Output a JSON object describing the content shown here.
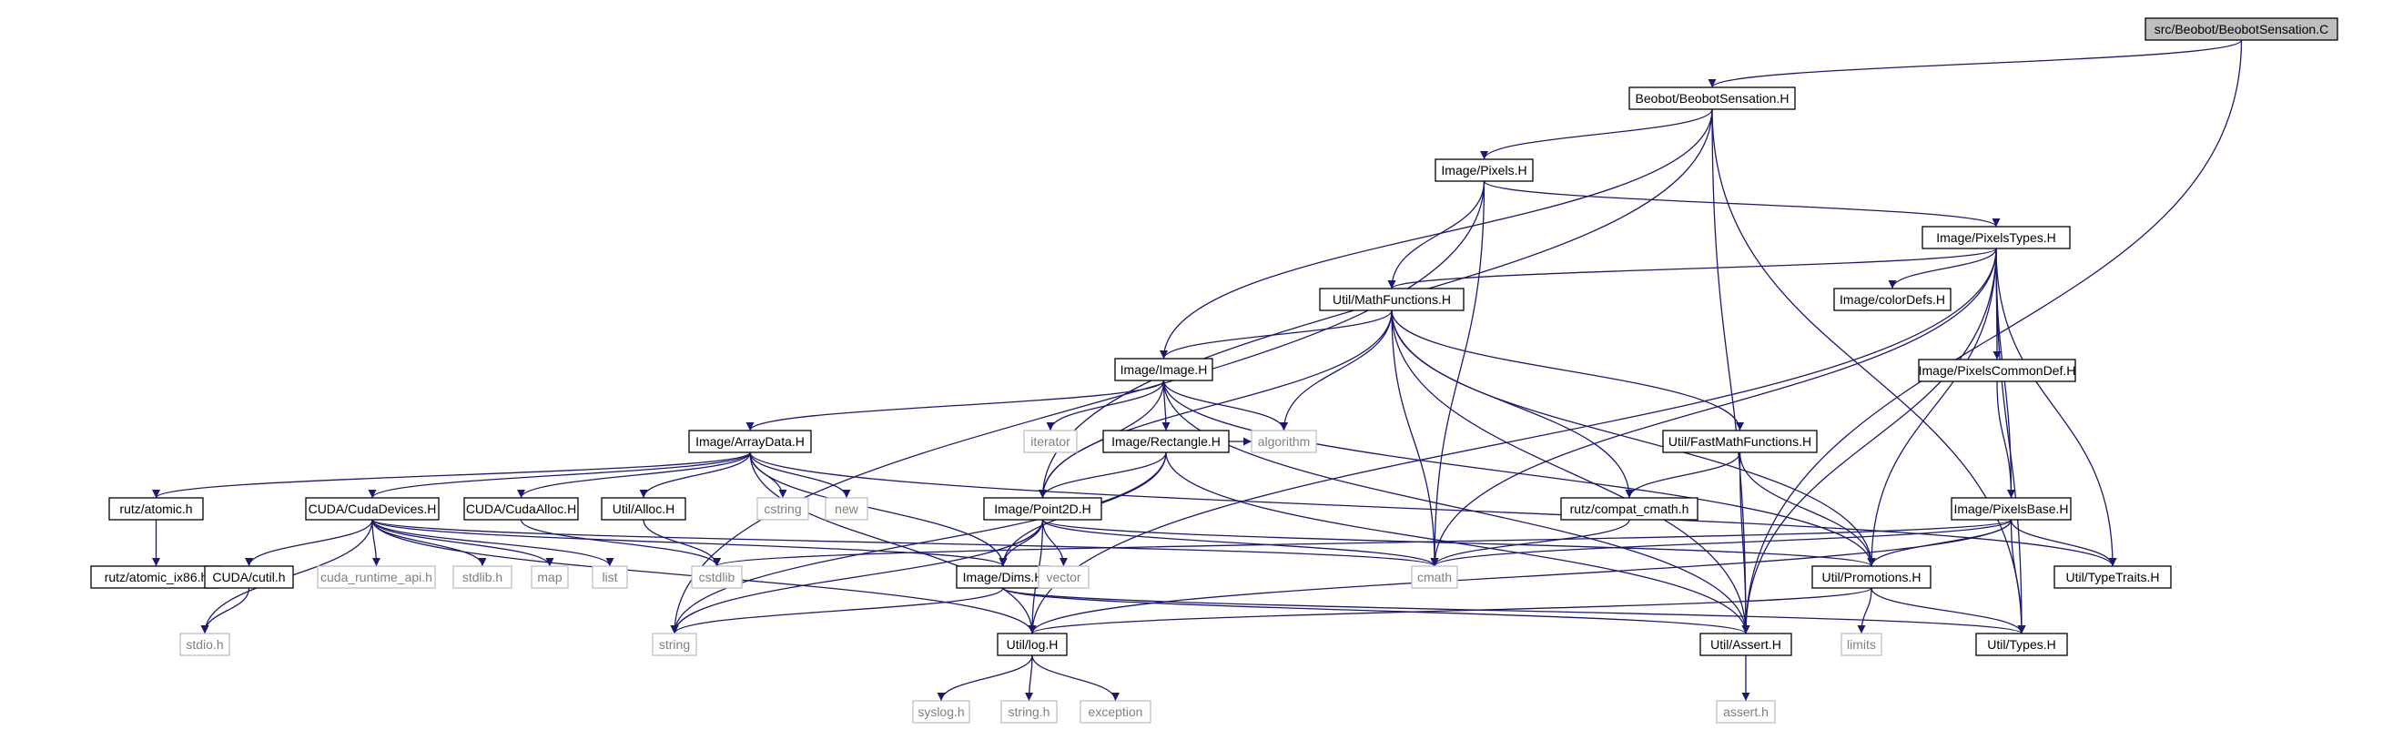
{
  "graph": {
    "root": "src/Beobot/BeobotSensation.C",
    "colors": {
      "edge": "#191970",
      "root_fill": "#bfbfbf",
      "node_border": "#000000",
      "system_header_border": "#c0c0c0",
      "system_header_text": "#7f7f7f"
    },
    "nodes": [
      {
        "id": "root",
        "label": "src/Beobot/BeobotSensation.C",
        "kind": "root"
      },
      {
        "id": "bsh",
        "label": "Beobot/BeobotSensation.H",
        "kind": "main"
      },
      {
        "id": "pixels",
        "label": "Image/Pixels.H",
        "kind": "main"
      },
      {
        "id": "pixtypes",
        "label": "Image/PixelsTypes.H",
        "kind": "main"
      },
      {
        "id": "mathf",
        "label": "Util/MathFunctions.H",
        "kind": "main"
      },
      {
        "id": "colordefs",
        "label": "Image/colorDefs.H",
        "kind": "main"
      },
      {
        "id": "image",
        "label": "Image/Image.H",
        "kind": "main"
      },
      {
        "id": "pixcommon",
        "label": "Image/PixelsCommonDef.H",
        "kind": "main"
      },
      {
        "id": "arraydata",
        "label": "Image/ArrayData.H",
        "kind": "main"
      },
      {
        "id": "iterator",
        "label": "iterator",
        "kind": "system"
      },
      {
        "id": "rect",
        "label": "Image/Rectangle.H",
        "kind": "main"
      },
      {
        "id": "fastmath",
        "label": "Util/FastMathFunctions.H",
        "kind": "main"
      },
      {
        "id": "atomic",
        "label": "rutz/atomic.h",
        "kind": "main"
      },
      {
        "id": "cudadev",
        "label": "CUDA/CudaDevices.H",
        "kind": "main"
      },
      {
        "id": "cudaalloc",
        "label": "CUDA/CudaAlloc.H",
        "kind": "main"
      },
      {
        "id": "alloc",
        "label": "Util/Alloc.H",
        "kind": "main"
      },
      {
        "id": "cstring",
        "label": "cstring",
        "kind": "system"
      },
      {
        "id": "new",
        "label": "new",
        "kind": "system"
      },
      {
        "id": "point2d",
        "label": "Image/Point2D.H",
        "kind": "main"
      },
      {
        "id": "algorithm",
        "label": "algorithm",
        "kind": "system"
      },
      {
        "id": "compatcmath",
        "label": "rutz/compat_cmath.h",
        "kind": "main"
      },
      {
        "id": "pixbase",
        "label": "Image/PixelsBase.H",
        "kind": "main"
      },
      {
        "id": "atomic86",
        "label": "rutz/atomic_ix86.h",
        "kind": "main"
      },
      {
        "id": "cutil",
        "label": "CUDA/cutil.h",
        "kind": "main"
      },
      {
        "id": "cudaruntime",
        "label": "cuda_runtime_api.h",
        "kind": "system"
      },
      {
        "id": "stdlibh",
        "label": "stdlib.h",
        "kind": "system"
      },
      {
        "id": "map",
        "label": "map",
        "kind": "system"
      },
      {
        "id": "list",
        "label": "list",
        "kind": "system"
      },
      {
        "id": "cstdlib",
        "label": "cstdlib",
        "kind": "system"
      },
      {
        "id": "dims",
        "label": "Image/Dims.H",
        "kind": "main"
      },
      {
        "id": "vector",
        "label": "vector",
        "kind": "system"
      },
      {
        "id": "cmath",
        "label": "cmath",
        "kind": "system"
      },
      {
        "id": "promo",
        "label": "Util/Promotions.H",
        "kind": "main"
      },
      {
        "id": "typetraits",
        "label": "Util/TypeTraits.H",
        "kind": "main"
      },
      {
        "id": "stdioh",
        "label": "stdio.h",
        "kind": "system"
      },
      {
        "id": "string",
        "label": "string",
        "kind": "system"
      },
      {
        "id": "log",
        "label": "Util/log.H",
        "kind": "main"
      },
      {
        "id": "assert",
        "label": "Util/Assert.H",
        "kind": "main"
      },
      {
        "id": "limits",
        "label": "limits",
        "kind": "system"
      },
      {
        "id": "types",
        "label": "Util/Types.H",
        "kind": "main"
      },
      {
        "id": "syslog",
        "label": "syslog.h",
        "kind": "system"
      },
      {
        "id": "stringh",
        "label": "string.h",
        "kind": "system"
      },
      {
        "id": "exception",
        "label": "exception",
        "kind": "system"
      },
      {
        "id": "asserth",
        "label": "assert.h",
        "kind": "system"
      }
    ],
    "edges": [
      [
        "root",
        "bsh"
      ],
      [
        "root",
        "assert"
      ],
      [
        "bsh",
        "pixels"
      ],
      [
        "bsh",
        "image"
      ],
      [
        "bsh",
        "point2d"
      ],
      [
        "bsh",
        "assert"
      ],
      [
        "bsh",
        "types"
      ],
      [
        "pixels",
        "pixtypes"
      ],
      [
        "pixels",
        "mathf"
      ],
      [
        "pixels",
        "cmath"
      ],
      [
        "pixels",
        "string"
      ],
      [
        "pixtypes",
        "mathf"
      ],
      [
        "pixtypes",
        "colordefs"
      ],
      [
        "pixtypes",
        "pixcommon"
      ],
      [
        "pixtypes",
        "pixbase"
      ],
      [
        "pixtypes",
        "cmath"
      ],
      [
        "pixtypes",
        "promo"
      ],
      [
        "pixtypes",
        "typetraits"
      ],
      [
        "pixtypes",
        "types"
      ],
      [
        "pixtypes",
        "assert"
      ],
      [
        "pixtypes",
        "log"
      ],
      [
        "mathf",
        "image"
      ],
      [
        "mathf",
        "fastmath"
      ],
      [
        "mathf",
        "algorithm"
      ],
      [
        "mathf",
        "compatcmath"
      ],
      [
        "mathf",
        "cmath"
      ],
      [
        "mathf",
        "promo"
      ],
      [
        "mathf",
        "assert"
      ],
      [
        "mathf",
        "point2d"
      ],
      [
        "pixcommon",
        "pixbase"
      ],
      [
        "image",
        "arraydata"
      ],
      [
        "image",
        "iterator"
      ],
      [
        "image",
        "rect"
      ],
      [
        "image",
        "algorithm"
      ],
      [
        "image",
        "point2d"
      ],
      [
        "image",
        "promo"
      ],
      [
        "image",
        "assert"
      ],
      [
        "arraydata",
        "atomic"
      ],
      [
        "arraydata",
        "cudadev"
      ],
      [
        "arraydata",
        "cudaalloc"
      ],
      [
        "arraydata",
        "alloc"
      ],
      [
        "arraydata",
        "cstring"
      ],
      [
        "arraydata",
        "new"
      ],
      [
        "arraydata",
        "dims"
      ],
      [
        "arraydata",
        "log"
      ],
      [
        "arraydata",
        "typetraits"
      ],
      [
        "rect",
        "algorithm"
      ],
      [
        "rect",
        "point2d"
      ],
      [
        "rect",
        "dims"
      ],
      [
        "rect",
        "assert"
      ],
      [
        "rect",
        "string"
      ],
      [
        "fastmath",
        "compatcmath"
      ],
      [
        "fastmath",
        "promo"
      ],
      [
        "fastmath",
        "assert"
      ],
      [
        "atomic",
        "atomic86"
      ],
      [
        "cudadev",
        "cutil"
      ],
      [
        "cudadev",
        "cudaruntime"
      ],
      [
        "cudadev",
        "stdlibh"
      ],
      [
        "cudadev",
        "map"
      ],
      [
        "cudadev",
        "list"
      ],
      [
        "cudadev",
        "stdioh"
      ],
      [
        "cudadev",
        "dims"
      ],
      [
        "cudadev",
        "cmath"
      ],
      [
        "cudadev",
        "log"
      ],
      [
        "cudaalloc",
        "cstdlib"
      ],
      [
        "alloc",
        "cstdlib"
      ],
      [
        "point2d",
        "dims"
      ],
      [
        "point2d",
        "vector"
      ],
      [
        "point2d",
        "cmath"
      ],
      [
        "point2d",
        "promo"
      ],
      [
        "point2d",
        "string"
      ],
      [
        "point2d",
        "log"
      ],
      [
        "compatcmath",
        "cmath"
      ],
      [
        "pixbase",
        "promo"
      ],
      [
        "pixbase",
        "typetraits"
      ],
      [
        "pixbase",
        "types"
      ],
      [
        "pixbase",
        "cmath"
      ],
      [
        "pixbase",
        "cstdlib"
      ],
      [
        "pixbase",
        "log"
      ],
      [
        "cutil",
        "stdioh"
      ],
      [
        "dims",
        "string"
      ],
      [
        "dims",
        "types"
      ],
      [
        "dims",
        "assert"
      ],
      [
        "promo",
        "types"
      ],
      [
        "promo",
        "limits"
      ],
      [
        "promo",
        "log"
      ],
      [
        "log",
        "syslog"
      ],
      [
        "log",
        "stringh"
      ],
      [
        "log",
        "exception"
      ],
      [
        "assert",
        "asserth"
      ]
    ]
  }
}
